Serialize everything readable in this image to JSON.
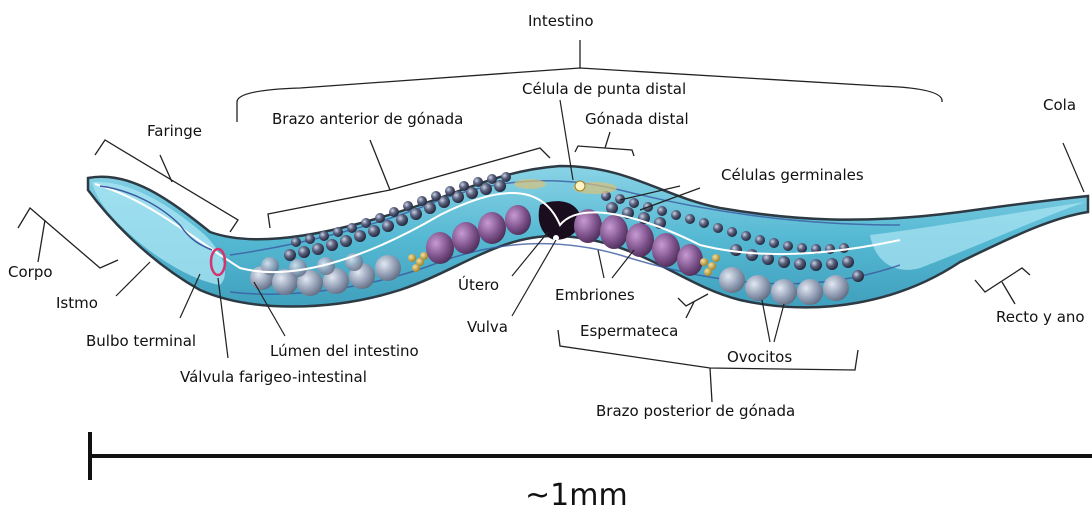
{
  "labels": {
    "intestino": "Intestino",
    "celula_punta_distal": "Célula de punta distal",
    "cola": "Cola",
    "faringe": "Faringe",
    "brazo_anterior": "Brazo anterior de gónada",
    "gonada_distal": "Gónada distal",
    "celulas_germinales": "Células germinales",
    "corpo": "Corpo",
    "istmo": "Istmo",
    "bulbo_terminal": "Bulbo terminal",
    "lumen_intestino": "Lúmen del intestino",
    "valvula": "Válvula farigeo-intestinal",
    "utero": "Útero",
    "vulva": "Vulva",
    "embriones": "Embriones",
    "espermateca": "Espermateca",
    "ovocitos": "Ovocitos",
    "brazo_posterior": "Brazo posterior de gónada",
    "recto_ano": "Recto y ano"
  },
  "scale": {
    "text": "~1mm"
  },
  "colors": {
    "body_fill": "#5cbcd6",
    "body_outline": "#2d3a44",
    "inner_light": "#a7e3f2",
    "germ_cells": "#4a4f66",
    "oocytes": "#8a97aa",
    "embryos": "#7a4f88",
    "uterus_dark": "#1a0e1e",
    "valve": "#d6336c",
    "spermatheca": "#b8952c"
  }
}
